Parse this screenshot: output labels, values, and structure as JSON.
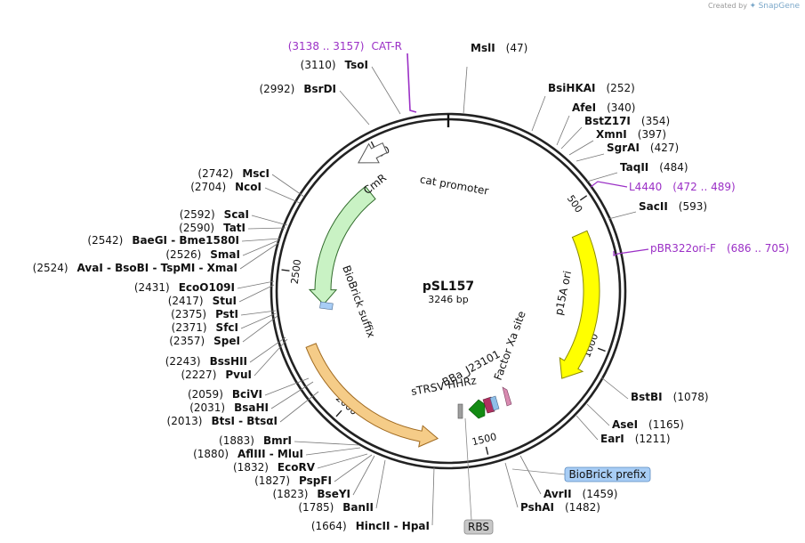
{
  "credit": {
    "prefix": "Created by",
    "brand": "SnapGene"
  },
  "plasmid": {
    "name": "pSL157",
    "length": "3246 bp",
    "total_bp": 3246
  },
  "ticks": [
    {
      "bp": 500,
      "label": "500"
    },
    {
      "bp": 1000,
      "label": "1000"
    },
    {
      "bp": 1500,
      "label": "1500"
    },
    {
      "bp": 2000,
      "label": "2000"
    },
    {
      "bp": 2500,
      "label": "2500"
    },
    {
      "bp": 3000,
      "label": "3000"
    }
  ],
  "origin_mark_bp": 0,
  "features": [
    {
      "name": "cat promoter",
      "type": "promoter",
      "start": 3030,
      "end": 2930,
      "color": "#ffffff",
      "label": "cat promoter"
    },
    {
      "name": "CmR",
      "type": "cds",
      "start": 2900,
      "end": 2380,
      "color": "#c9f2c4",
      "label": "CmR"
    },
    {
      "name": "p15A ori",
      "type": "ori",
      "start": 600,
      "end": 1150,
      "color": "#ffff00",
      "label": "p15A ori"
    },
    {
      "name": "orange",
      "type": "cds",
      "start": 2240,
      "end": 1660,
      "color": "#f5cc88",
      "label": ""
    }
  ],
  "labels": {
    "biobrick_suffix": "BioBrick suffix",
    "factor_xa": "Factor Xa site",
    "bba": "BBa_J23101",
    "strsv": "sTRSV HHRz"
  },
  "boxed_labels": [
    {
      "text": "BioBrick prefix",
      "color": "#a8cdf5"
    },
    {
      "text": "RBS",
      "color": "#c8c8c8"
    }
  ],
  "enzymes_right": [
    {
      "name": "MslI",
      "pos": "(47)"
    },
    {
      "name": "BsiHKAI",
      "pos": "(252)"
    },
    {
      "name": "AfeI",
      "pos": "(340)"
    },
    {
      "name": "BstZ17I",
      "pos": "(354)"
    },
    {
      "name": "XmnI",
      "pos": "(397)"
    },
    {
      "name": "SgrAI",
      "pos": "(427)"
    },
    {
      "name": "TaqII",
      "pos": "(484)"
    },
    {
      "name": "SacII",
      "pos": "(593)"
    },
    {
      "name": "BstBI",
      "pos": "(1078)"
    },
    {
      "name": "AseI",
      "pos": "(1165)"
    },
    {
      "name": "EarI",
      "pos": "(1211)"
    },
    {
      "name": "AvrII",
      "pos": "(1459)"
    },
    {
      "name": "PshAI",
      "pos": "(1482)"
    }
  ],
  "enzymes_left": [
    {
      "name": "TsoI",
      "pos": "(3110)"
    },
    {
      "name": "BsrDI",
      "pos": "(2992)"
    },
    {
      "name": "MscI",
      "pos": "(2742)"
    },
    {
      "name": "NcoI",
      "pos": "(2704)"
    },
    {
      "name": "ScaI",
      "pos": "(2592)"
    },
    {
      "name": "TatI",
      "pos": "(2590)"
    },
    {
      "name": "BaeGI  -  Bme1580I",
      "pos": "(2542)"
    },
    {
      "name": "SmaI",
      "pos": "(2526)"
    },
    {
      "name": "AvaI  -  BsoBI  -  TspMI  -  XmaI",
      "pos": "(2524)"
    },
    {
      "name": "EcoO109I",
      "pos": "(2431)"
    },
    {
      "name": "StuI",
      "pos": "(2417)"
    },
    {
      "name": "PstI",
      "pos": "(2375)"
    },
    {
      "name": "SfcI",
      "pos": "(2371)"
    },
    {
      "name": "SpeI",
      "pos": "(2357)"
    },
    {
      "name": "BssHII",
      "pos": "(2243)"
    },
    {
      "name": "PvuI",
      "pos": "(2227)"
    },
    {
      "name": "BciVI",
      "pos": "(2059)"
    },
    {
      "name": "BsaHI",
      "pos": "(2031)"
    },
    {
      "name": "BtsI  -  BtsαI",
      "pos": "(2013)"
    },
    {
      "name": "BmrI",
      "pos": "(1883)"
    },
    {
      "name": "AflIII  -  MluI",
      "pos": "(1880)"
    },
    {
      "name": "EcoRV",
      "pos": "(1832)"
    },
    {
      "name": "PspFI",
      "pos": "(1827)"
    },
    {
      "name": "BseYI",
      "pos": "(1823)"
    },
    {
      "name": "BanII",
      "pos": "(1785)"
    },
    {
      "name": "HincII  -  HpaI",
      "pos": "(1664)"
    }
  ],
  "primers": [
    {
      "name": "CAT-R",
      "pos": "(3138 .. 3157)",
      "bp": 3147
    },
    {
      "name": "L4440",
      "pos": "(472 .. 489)",
      "bp": 480
    },
    {
      "name": "pBR322ori-F",
      "pos": "(686 .. 705)",
      "bp": 695
    }
  ]
}
